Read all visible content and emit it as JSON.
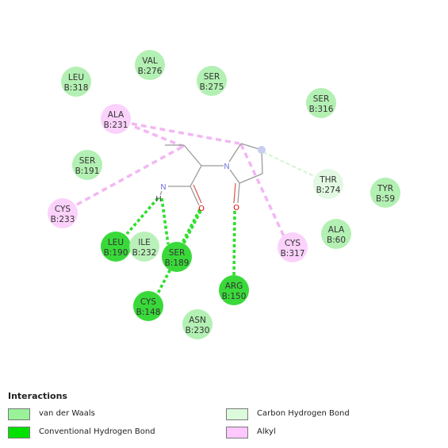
{
  "diagram": {
    "residues": [
      {
        "id": "val276",
        "name": "VAL",
        "pos": "B:276",
        "type": "vdw"
      },
      {
        "id": "leu318",
        "name": "LEU",
        "pos": "B:318",
        "type": "vdw"
      },
      {
        "id": "ser275",
        "name": "SER",
        "pos": "B:275",
        "type": "vdw"
      },
      {
        "id": "ser316",
        "name": "SER",
        "pos": "B:316",
        "type": "vdw"
      },
      {
        "id": "ala231",
        "name": "ALA",
        "pos": "B:231",
        "type": "alkyl"
      },
      {
        "id": "ser191",
        "name": "SER",
        "pos": "B:191",
        "type": "vdw"
      },
      {
        "id": "thr274",
        "name": "THR",
        "pos": "B:274",
        "type": "carbon_h"
      },
      {
        "id": "tyr59",
        "name": "TYR",
        "pos": "B:59",
        "type": "vdw"
      },
      {
        "id": "cys233",
        "name": "CYS",
        "pos": "B:233",
        "type": "alkyl"
      },
      {
        "id": "ala60",
        "name": "ALA",
        "pos": "B:60",
        "type": "vdw"
      },
      {
        "id": "leu190",
        "name": "LEU",
        "pos": "B:190",
        "type": "hbond"
      },
      {
        "id": "ile232",
        "name": "ILE",
        "pos": "B:232",
        "type": "vdw"
      },
      {
        "id": "ser189",
        "name": "SER",
        "pos": "B:189",
        "type": "hbond"
      },
      {
        "id": "cys317",
        "name": "CYS",
        "pos": "B:317",
        "type": "alkyl"
      },
      {
        "id": "arg150",
        "name": "ARG",
        "pos": "B:150",
        "type": "hbond"
      },
      {
        "id": "cys148",
        "name": "CYS",
        "pos": "B:148",
        "type": "hbond"
      },
      {
        "id": "asn230",
        "name": "ASN",
        "pos": "B:230",
        "type": "vdw"
      }
    ],
    "atoms": {
      "nitrogen_ring": "N",
      "nitrogen_amide": "N",
      "hydrogen": "H",
      "oxygen_carbonyl": "O",
      "oxygen_ring": "O"
    }
  },
  "legend": {
    "title": "Interactions",
    "items": [
      {
        "key": "vdw",
        "label": "van der Waals",
        "color": "#99f299"
      },
      {
        "key": "carbon_h",
        "label": "Carbon Hydrogen Bond",
        "color": "#dcfadc"
      },
      {
        "key": "hbond",
        "label": "Conventional Hydrogen Bond",
        "color": "#00e100"
      },
      {
        "key": "alkyl",
        "label": "Alkyl",
        "color": "#ffc8ff"
      }
    ]
  },
  "colors": {
    "vdw": "#b3f0b3",
    "hbond": "#3ad93a",
    "alkyl": "#fbd2fb",
    "carbon_h": "#e2f8e2",
    "hbond_line": "#2ee02e",
    "alkyl_line": "#f3b6f3",
    "carbon_h_line": "#d6f4d6",
    "bond": "#9a9a9a",
    "nitrogen": "#7878e0",
    "oxygen": "#e00000"
  }
}
